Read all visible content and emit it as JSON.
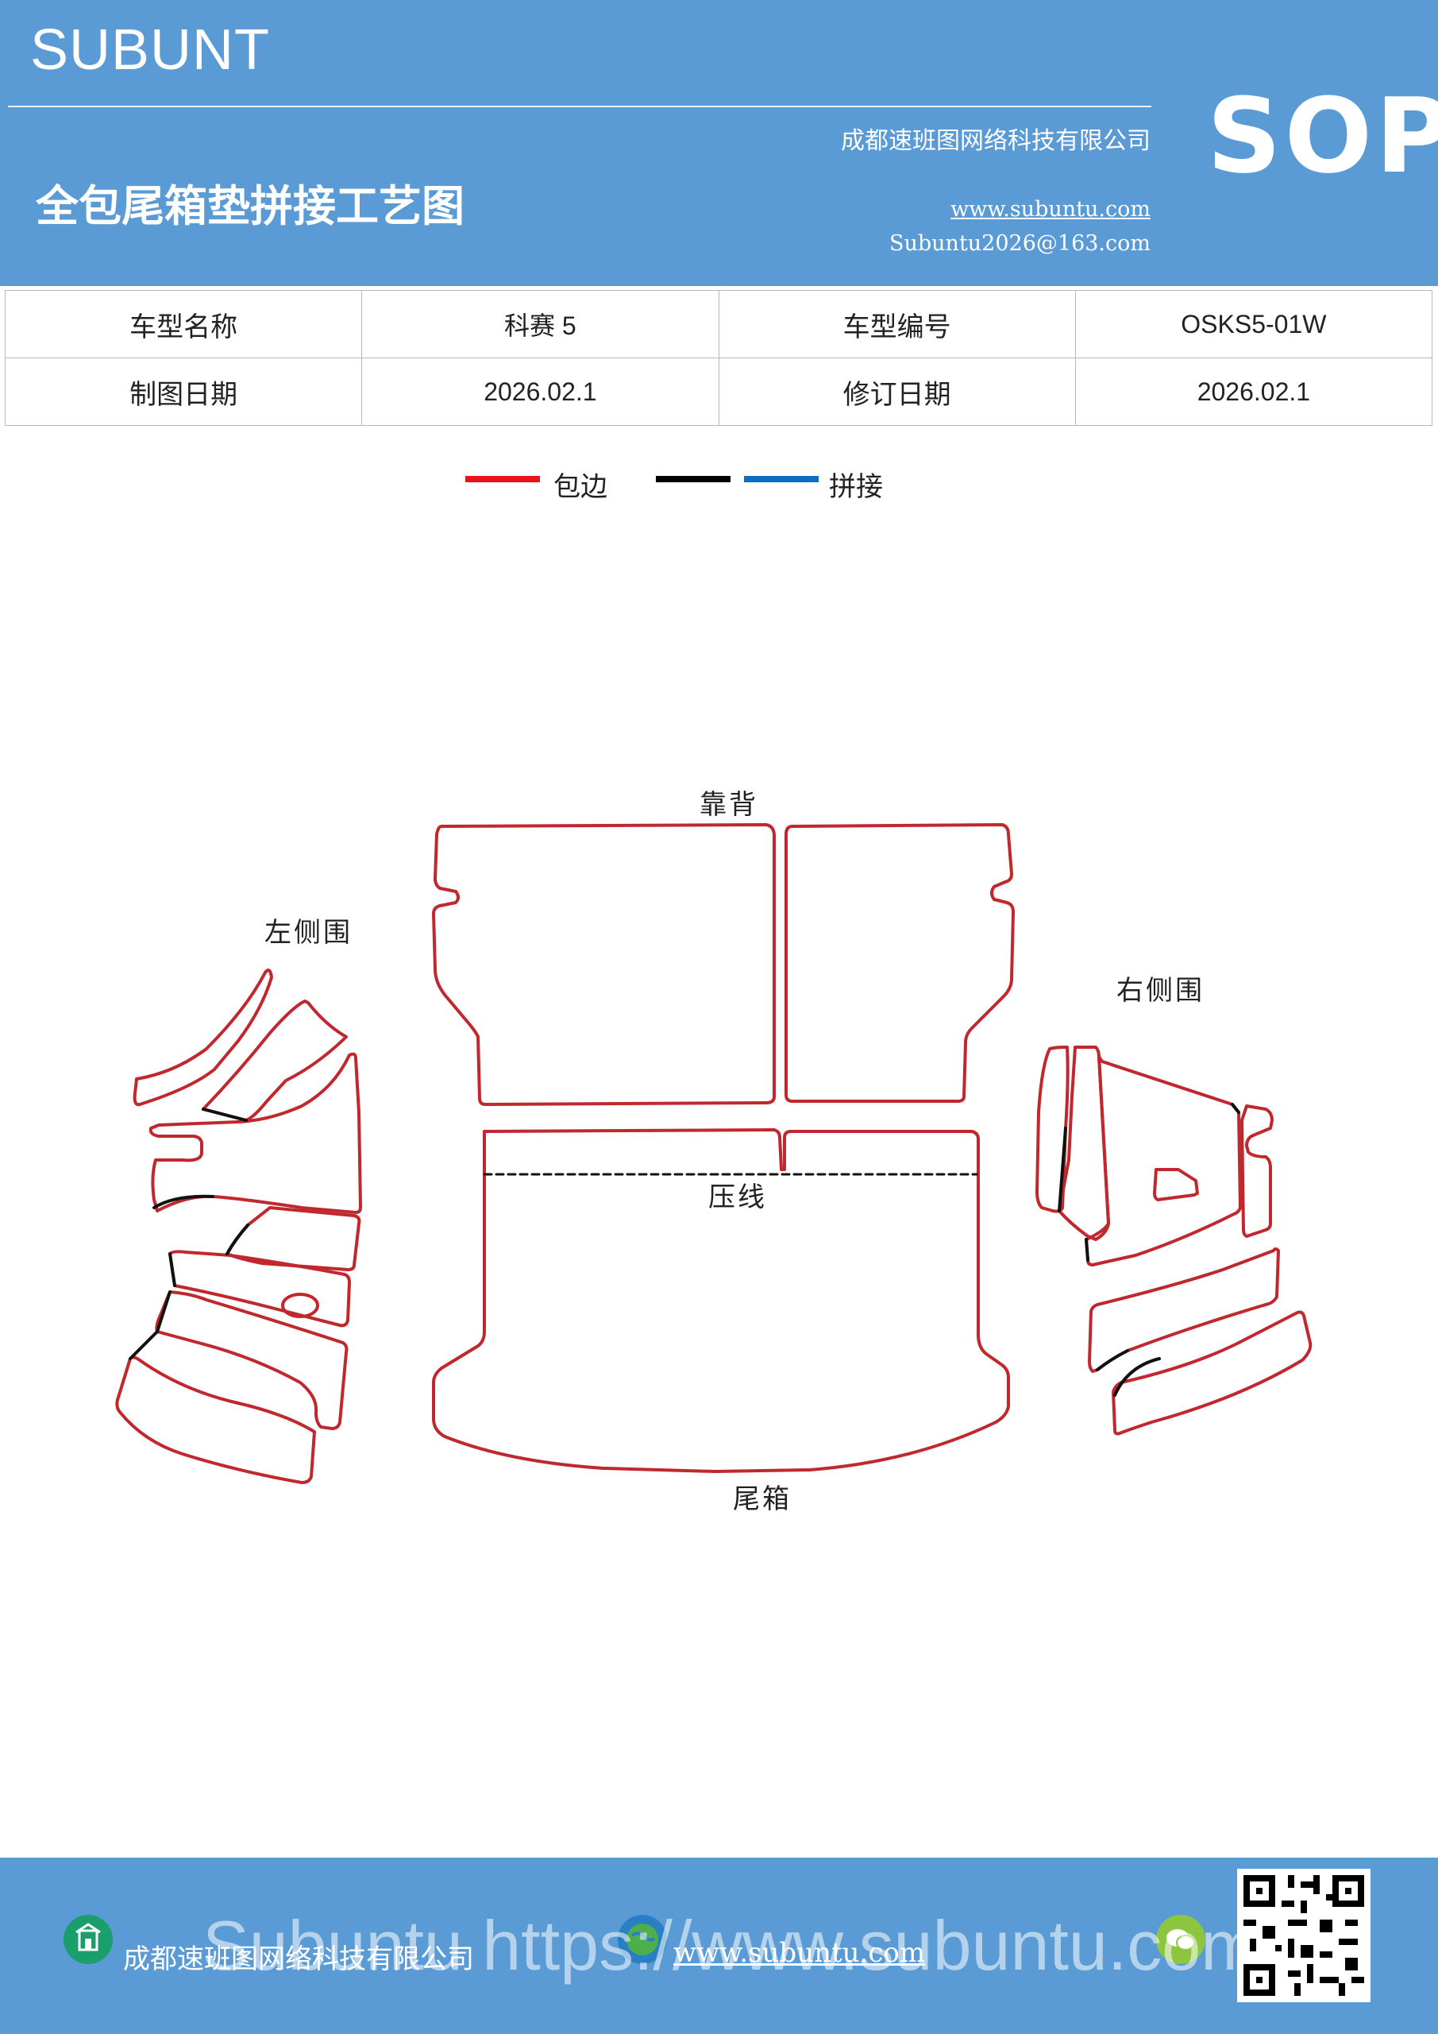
{
  "header": {
    "brand": "SUBUNT",
    "sop": "SOP",
    "company": "成都速班图网络科技有限公司",
    "title": "全包尾箱垫拼接工艺图",
    "website": "www.subuntu.com",
    "email": "Subuntu2026@163.com"
  },
  "info_table": {
    "rows": [
      [
        "车型名称",
        "科赛 5",
        "车型编号",
        "OSKS5-01W"
      ],
      [
        "制图日期",
        "2026.02.1",
        "修订日期",
        "2026.02.1"
      ]
    ]
  },
  "legend": {
    "items": [
      {
        "label": "包边",
        "color": "#e8131b"
      },
      {
        "label": "",
        "color": "#000000"
      },
      {
        "label": "拼接",
        "color": "#0a6fc2"
      }
    ]
  },
  "diagram": {
    "labels": {
      "backrest": "靠背",
      "left_side": "左侧围",
      "right_side": "右侧围",
      "press_line": "压线",
      "trunk": "尾箱"
    },
    "colors": {
      "edge": "#c0282e",
      "seam": "#111111"
    }
  },
  "footer": {
    "company": "成都速班图网络科技有限公司",
    "website": "www.subuntu.com",
    "watermark": "Subuntu https://www.subuntu.com"
  }
}
